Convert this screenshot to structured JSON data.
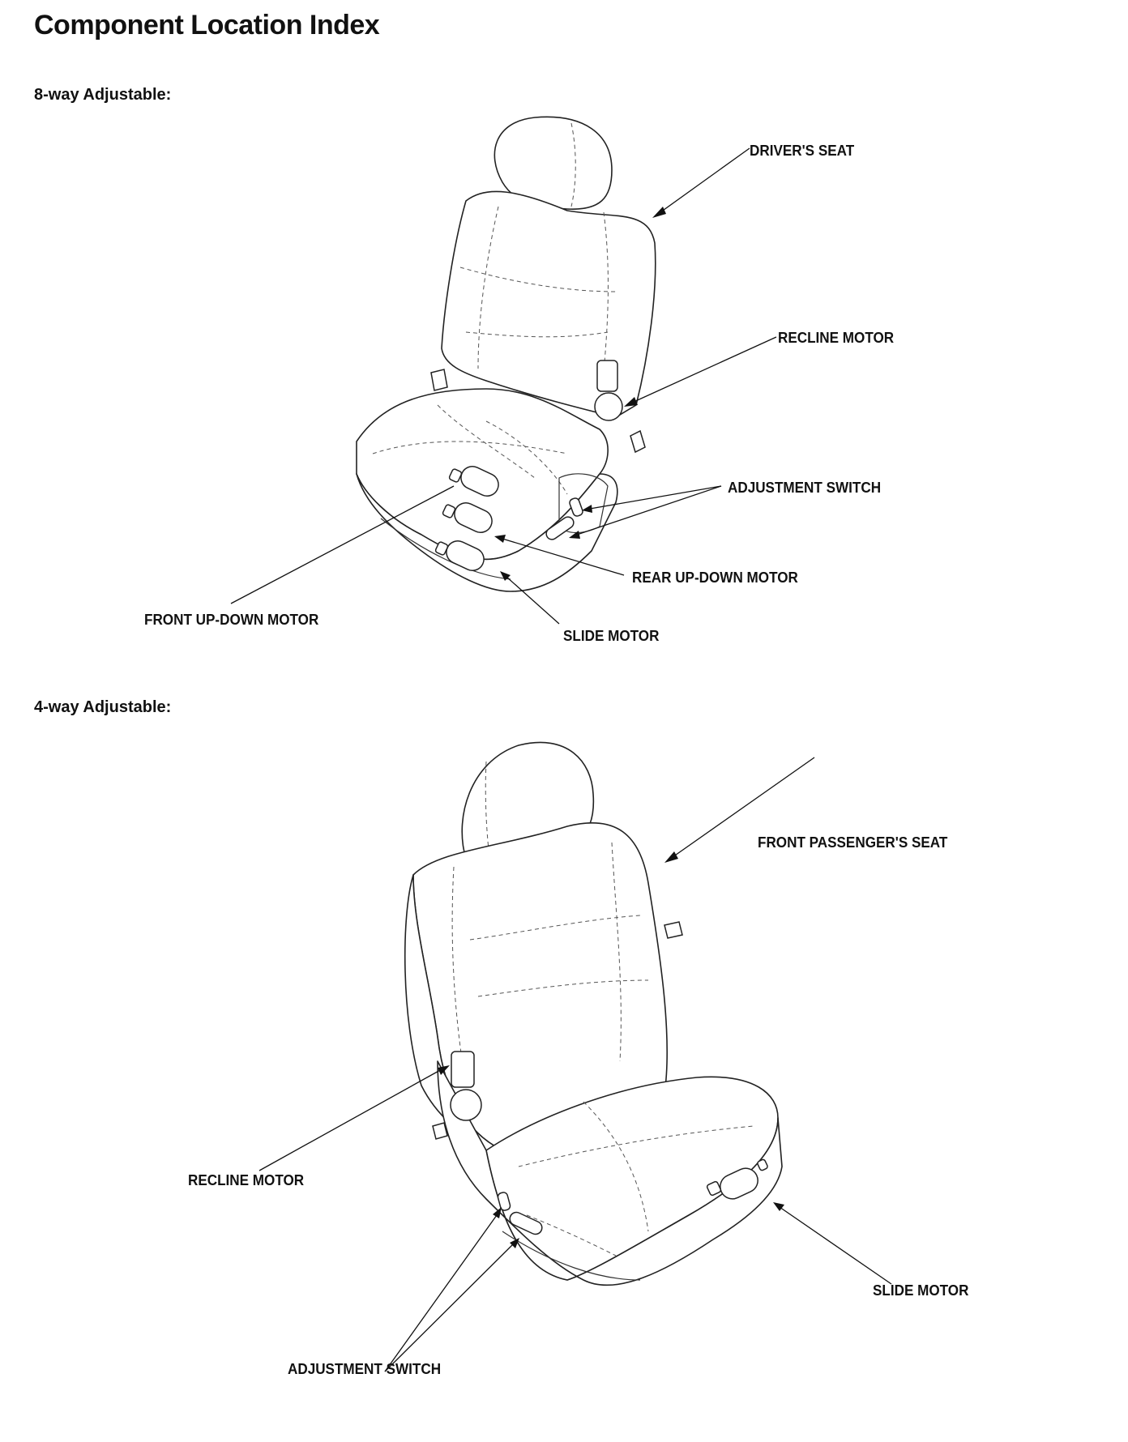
{
  "page": {
    "title": "Component Location Index"
  },
  "section_8way": {
    "heading": "8-way Adjustable:",
    "labels": {
      "drivers_seat": "DRIVER'S SEAT",
      "recline_motor": "RECLINE MOTOR",
      "adjustment_switch": "ADJUSTMENT SWITCH",
      "rear_up_down_motor": "REAR UP-DOWN MOTOR",
      "front_up_down_motor": "FRONT UP-DOWN MOTOR",
      "slide_motor": "SLIDE MOTOR"
    }
  },
  "section_4way": {
    "heading": "4-way Adjustable:",
    "labels": {
      "front_passengers_seat": "FRONT PASSENGER'S SEAT",
      "recline_motor": "RECLINE MOTOR",
      "slide_motor": "SLIDE MOTOR",
      "adjustment_switch": "ADJUSTMENT SWITCH"
    }
  }
}
